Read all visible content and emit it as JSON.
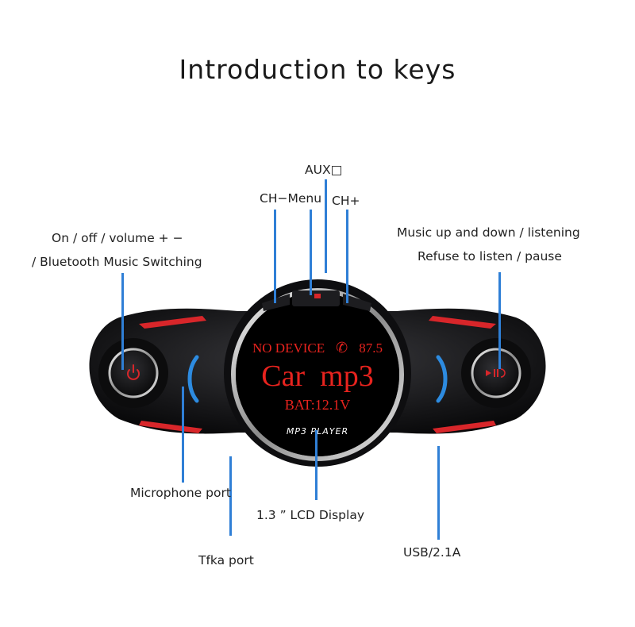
{
  "title": "Introduction to keys",
  "labels": {
    "aux": "AUX□",
    "ch_minus_menu": "CH−Menu",
    "ch_plus": "CH+",
    "power_line1": "On / off / volume + −",
    "power_line2": "/ Bluetooth Music Switching",
    "music_line1": "Music up and down / listening",
    "music_line2": "Refuse to listen / pause",
    "microphone": "Microphone port",
    "lcd": "1.3 ” LCD Display",
    "tfka": "Tfka port",
    "usb": "USB/2.1A"
  },
  "screen": {
    "line1_left": "NO DEVICE",
    "line1_right": "87.5",
    "line2": "Car  mp3",
    "line3": "BAT:12.1V",
    "footer": "MP3 PLAYER"
  },
  "colors": {
    "callout_line": "#2f7fd6",
    "lcd_text": "#e8231e",
    "accent_red": "#d8262a",
    "accent_blue": "#2d8be0"
  },
  "icons": {
    "power": "power-icon",
    "play_pause": "play-pause-icon",
    "bluetooth_phone": "phone-icon"
  }
}
